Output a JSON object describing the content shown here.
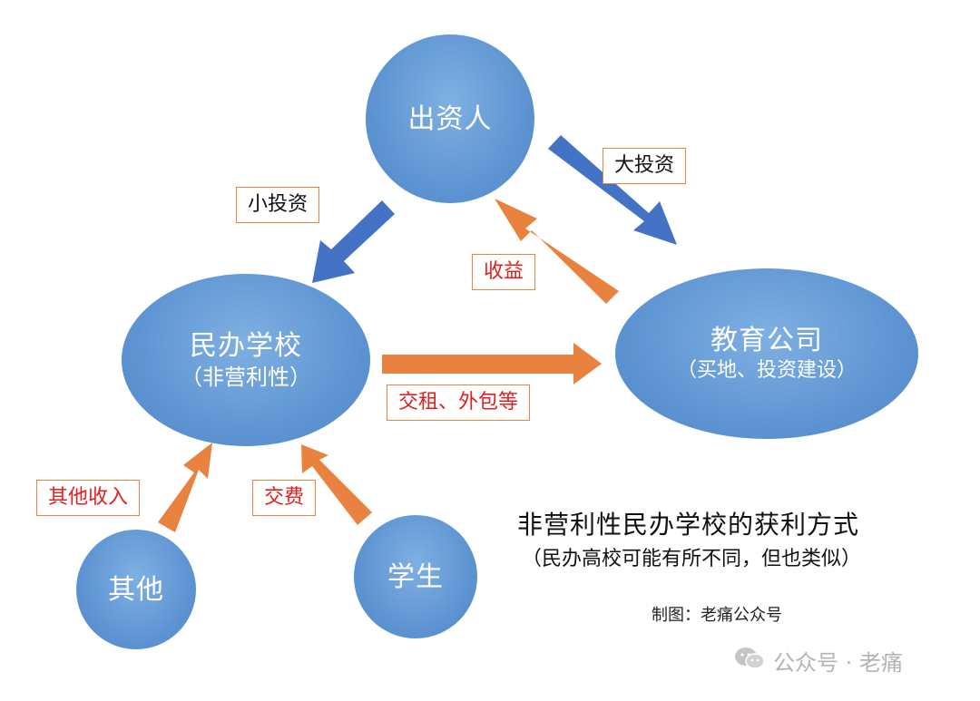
{
  "nodes": {
    "investor": "出资人",
    "school_name": "民办学校",
    "school_note": "（非营利性）",
    "company_name": "教育公司",
    "company_note": "（买地、投资建设）",
    "others": "其他",
    "students": "学生"
  },
  "tags": {
    "big_investment": "大投资",
    "small_investment": "小投资",
    "returns": "收益",
    "rent_outsourcing": "交租、外包等",
    "other_income": "其他收入",
    "fees": "交费"
  },
  "caption": {
    "title": "非营利性民办学校的获利方式",
    "subtitle": "（民办高校可能有所不同，但也类似）",
    "credit": "制图：老痛公众号"
  },
  "watermark": "公众号 · 老痛",
  "colors": {
    "node_blue": "#5f95d3",
    "arrow_blue": "#4472c4",
    "arrow_orange": "#e8823e",
    "tag_red_text": "#e02020"
  }
}
